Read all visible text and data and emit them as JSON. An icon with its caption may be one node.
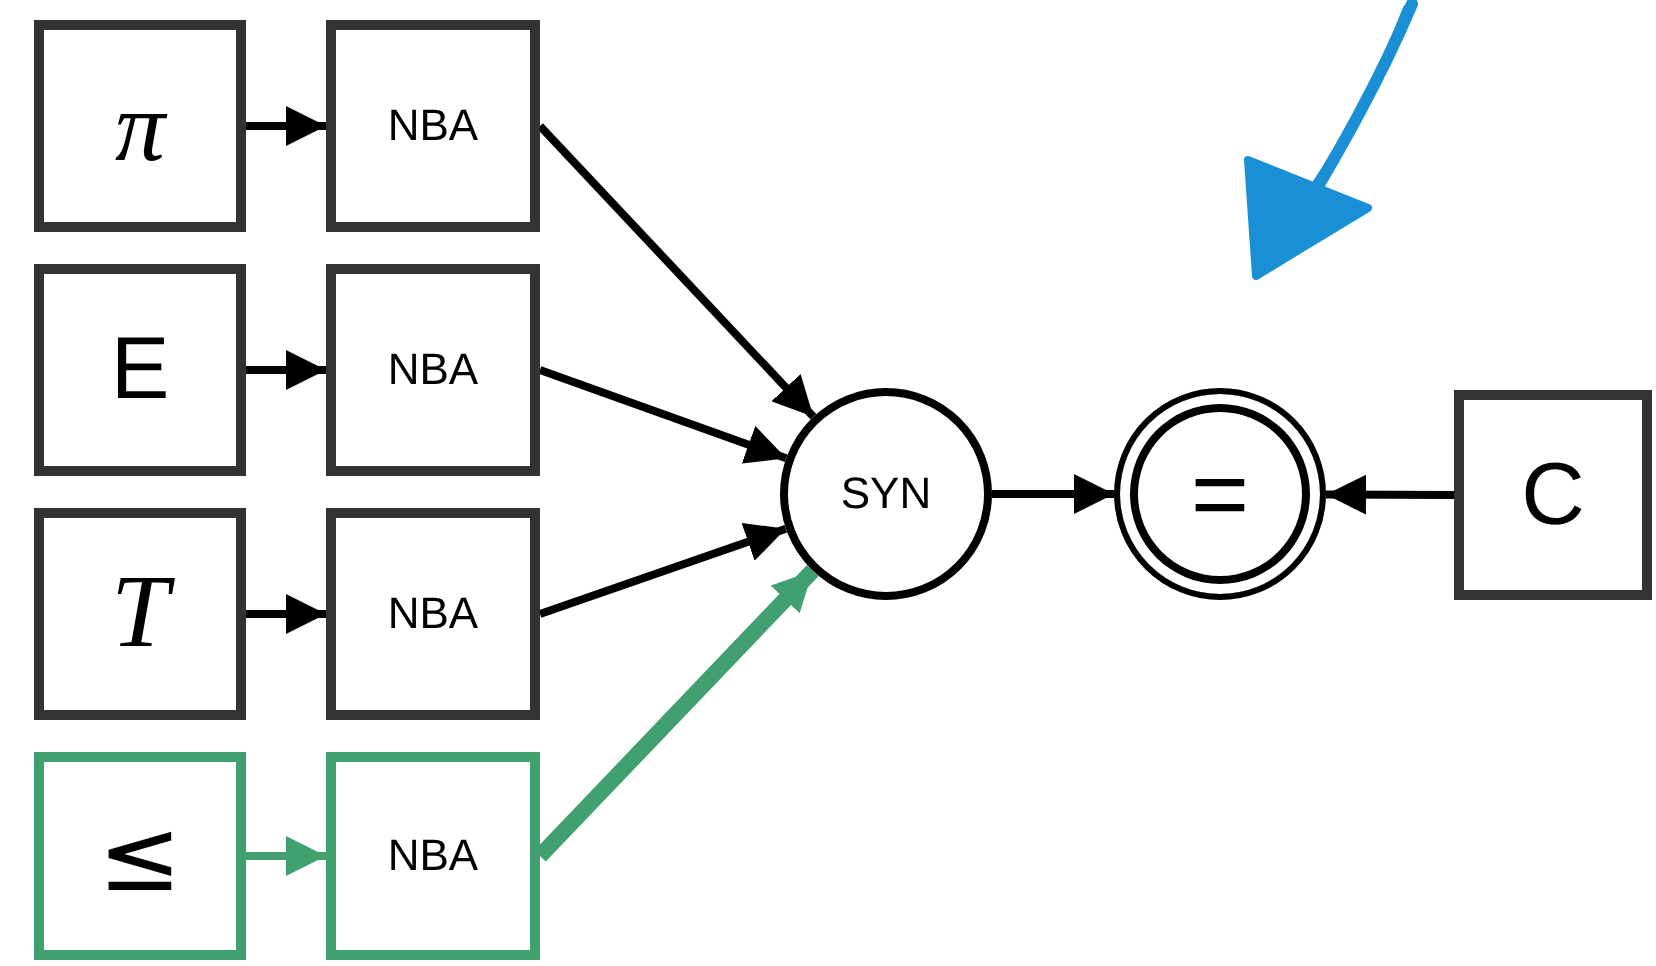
{
  "diagram": {
    "nodes": [
      {
        "text": [
          "π"
        ]
      },
      {
        "text": [
          "NBA"
        ]
      },
      {
        "text": [
          "E"
        ]
      },
      {
        "text": [
          "NBA"
        ]
      },
      {
        "text": [
          "T"
        ]
      },
      {
        "text": [
          "NBA"
        ]
      },
      {
        "text": [
          "≤"
        ]
      },
      {
        "text": [
          "NBA"
        ]
      },
      {
        "text": [
          "SYN"
        ]
      },
      {
        "text": [
          "="
        ]
      },
      {
        "text": [
          "C"
        ]
      }
    ],
    "edges": [
      {
        "from": 0,
        "to": 1,
        "arrow": "to"
      },
      {
        "from": 2,
        "to": 3,
        "arrow": "to"
      },
      {
        "from": 4,
        "to": 5,
        "arrow": "to"
      },
      {
        "from": 6,
        "to": 7,
        "arrow": "to",
        "color": "#40a070"
      },
      {
        "from": 1,
        "to": 8,
        "arrow": "to"
      },
      {
        "from": 3,
        "to": 8,
        "arrow": "to"
      },
      {
        "from": 5,
        "to": 8,
        "arrow": "to"
      },
      {
        "from": 7,
        "to": 8,
        "arrow": "to",
        "style": "thick",
        "color": "#40a070"
      },
      {
        "from": 8,
        "to": 9,
        "arrow": "to"
      },
      {
        "from": 10,
        "to": 9,
        "arrow": "to"
      }
    ]
  }
}
